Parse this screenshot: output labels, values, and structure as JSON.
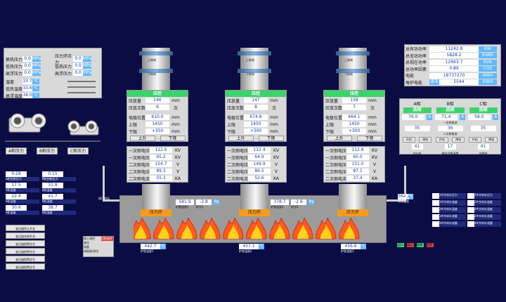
{
  "top_left": {
    "params": [
      {
        "label": "换热压力",
        "value": "0.0",
        "unit": "MPa"
      },
      {
        "label": "低热压力",
        "value": "0.0",
        "unit": "MPa"
      },
      {
        "label": "高浮压力",
        "value": "0.0",
        "unit": "MPa"
      }
    ],
    "params2": [
      {
        "label": "压力环压力",
        "value": "0.0",
        "unit": "MPa"
      },
      {
        "label": "低热压力",
        "value": "0.0",
        "unit": "MPa"
      },
      {
        "label": "高浮压力",
        "value": "0.0",
        "unit": "MPa"
      }
    ],
    "temps": [
      {
        "label": "温度",
        "value": "33.7",
        "unit": "℃"
      },
      {
        "label": "低热温度",
        "value": "33.6",
        "unit": "℃"
      },
      {
        "label": "高浮温度",
        "value": "34.0",
        "unit": "℃"
      }
    ]
  },
  "pump_labels": [
    "A柜",
    "B柜",
    "C柜"
  ],
  "pump_tags": [
    "A柜压力",
    "B柜压力",
    "C柜压力"
  ],
  "left_small": [
    {
      "value": "0.28",
      "label": "A柜控制压力"
    },
    {
      "value": "0.15",
      "label": "B柜控制压力"
    },
    {
      "value": "17.5",
      "label": "A柜温度"
    },
    {
      "value": "31.8",
      "label": "B柜温度"
    },
    {
      "value": "22.4",
      "label": "A柜温度"
    },
    {
      "value": "41.7",
      "label": "B柜温度"
    },
    {
      "value": "30.6",
      "label": "A柜温度"
    },
    {
      "value": "38.7",
      "label": "B柜温度"
    }
  ],
  "left_buttons": [
    "变压器停止开关",
    "变压器合闸开关",
    "变压器报警信号",
    "变压器报警信号",
    "变压器报警信号",
    "变压器报警信号"
  ],
  "electrodes": [
    {
      "upper": "上抱闸",
      "lower": "下抱闸",
      "header": "压控",
      "press_amount": "146",
      "press_count": "6",
      "pos": "610.0",
      "upper_limit": "1450",
      "lower_limit": "+350",
      "up": "上升",
      "down": "下降",
      "measure": [
        {
          "label": "一次侧电压",
          "value": "112.6",
          "unit": "KV"
        },
        {
          "label": "一次侧电压",
          "value": "65.2",
          "unit": "KV"
        },
        {
          "label": "二次侧电压",
          "value": "154.7",
          "unit": "V"
        },
        {
          "label": "二次侧电压",
          "value": "89.3",
          "unit": "V"
        },
        {
          "label": "二次侧电流",
          "value": "55.3",
          "unit": "KA"
        }
      ]
    },
    {
      "upper": "上抱闸",
      "lower": "下抱闸",
      "header": "压控",
      "press_amount": "147",
      "press_count": "8",
      "pos": "674.8",
      "upper_limit": "1450",
      "lower_limit": "+300",
      "up": "上升",
      "down": "下降",
      "measure": [
        {
          "label": "一次侧电压",
          "value": "112.4",
          "unit": "KV"
        },
        {
          "label": "一次侧电压",
          "value": "64.9",
          "unit": "KV"
        },
        {
          "label": "二次侧电压",
          "value": "149.9",
          "unit": "V"
        },
        {
          "label": "二次侧电压",
          "value": "86.5",
          "unit": "V"
        },
        {
          "label": "二次侧电流",
          "value": "52.6",
          "unit": "KA"
        }
      ]
    },
    {
      "upper": "上抱闸",
      "lower": "下抱闸",
      "header": "压控",
      "press_amount": "158",
      "press_count": "7",
      "pos": "464.1",
      "upper_limit": "1450",
      "lower_limit": "+300",
      "up": "上升",
      "down": "下降",
      "measure": [
        {
          "label": "一次侧电压",
          "value": "112.8",
          "unit": "KV"
        },
        {
          "label": "一次侧电压",
          "value": "65.0",
          "unit": "KV"
        },
        {
          "label": "二次侧电压",
          "value": "151.0",
          "unit": "V"
        },
        {
          "label": "二次侧电压",
          "value": "87.1",
          "unit": "V"
        },
        {
          "label": "二次侧电流",
          "value": "37.4",
          "unit": "KA"
        }
      ]
    }
  ],
  "row_labels": {
    "press_amount": "压放量",
    "press_count": "压放次数",
    "pos": "电极位置",
    "upper_limit": "上限",
    "lower_limit": "下限",
    "unit_mm": "mm",
    "unit_count": "次"
  },
  "pressure_ring": "压力环",
  "furnace_mid": [
    {
      "v1": "581.9",
      "l1": "炉膛温度1",
      "v2": "-2.8",
      "l2": "炉压1",
      "u": "Pa"
    },
    {
      "v1": "378.7",
      "l1": "炉膛温度2",
      "v2": "-2.6",
      "l2": "炉压2",
      "u": "Pa"
    }
  ],
  "furnace_bottom": [
    {
      "value": "442.7",
      "label": "炉底温度1",
      "unit": "℃"
    },
    {
      "value": "457.1",
      "label": "炉底温度2",
      "unit": "℃"
    },
    {
      "value": "456.6",
      "label": "炉底温度3",
      "unit": "℃"
    }
  ],
  "side_left": {
    "value": "",
    "label": "阀门进风"
  },
  "side_right": {
    "value": "362.2",
    "label": "净进温度",
    "unit": "℃"
  },
  "power": [
    {
      "label": "总有功功率",
      "value": "11242.8",
      "unit": "KW"
    },
    {
      "label": "总无功功率",
      "value": "5828.2",
      "unit": "KVAR"
    },
    {
      "label": "总视在功率",
      "value": "12663.7",
      "unit": "KVA"
    },
    {
      "label": "总功率因素",
      "value": "0.89",
      "unit": "COS"
    },
    {
      "label": "电能",
      "value": "18737270",
      "unit": "KWH"
    },
    {
      "label": "每炉电能",
      "tag": "清零",
      "value": "5544",
      "unit": "KWH"
    }
  ],
  "phase": {
    "cols": [
      "A相",
      "B相",
      "C相"
    ],
    "status": [
      "选相",
      "选相",
      "选相"
    ],
    "currents": [
      "76.0",
      "71.4",
      "58.0"
    ],
    "current_unit": "A",
    "label1": "一次侧电流",
    "vals2": [
      "35",
      "36",
      "35"
    ],
    "label2": "二次侧电流",
    "ups": [
      [
        "升档",
        "降档"
      ],
      [
        "升档",
        "降档"
      ],
      [
        "升档",
        "降档"
      ]
    ],
    "gears": [
      "41",
      "17",
      "41"
    ],
    "bottom": [
      "总升档",
      "操作次数清零",
      "总降档"
    ]
  },
  "right_lists": [
    {
      "value": "",
      "label": "1#冷却水压力"
    },
    {
      "value": "",
      "label": "2#冷却水压力"
    },
    {
      "value": "",
      "label": "1#冷却水温度"
    },
    {
      "value": "",
      "label": "2#冷却水温度"
    },
    {
      "value": "",
      "label": "3#冷却水温度"
    },
    {
      "value": "",
      "label": "4#冷却水温度"
    },
    {
      "value": "",
      "label": "1#冷却水流量"
    },
    {
      "value": "",
      "label": "2#冷却水流量"
    },
    {
      "value": "",
      "label": "3#冷却水流量"
    },
    {
      "value": "",
      "label": "4#冷却水流量"
    }
  ],
  "inlet": {
    "title": "插入液控",
    "tag": "切换液控",
    "r1": "液位",
    "r2": "流量",
    "r3": "液面值/液位"
  },
  "bottom_right": [
    "运行",
    "停止",
    "故障",
    "报警"
  ]
}
